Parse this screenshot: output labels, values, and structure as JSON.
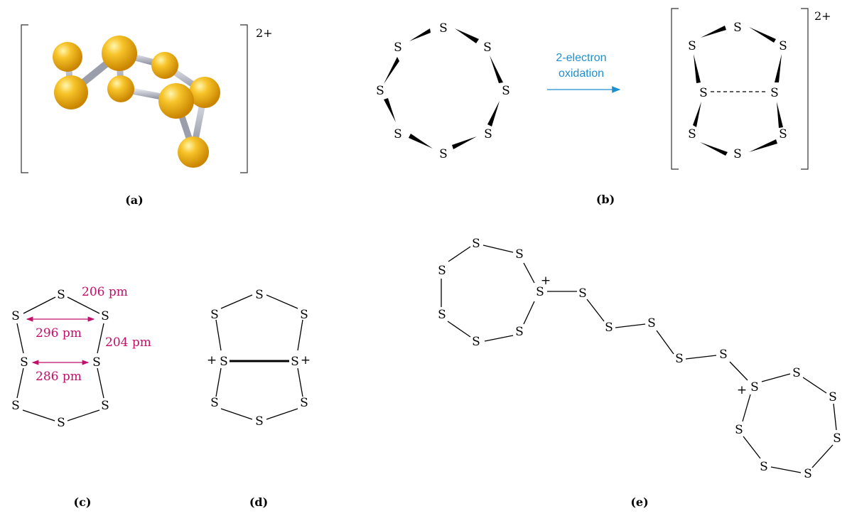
{
  "panels": {
    "a": {
      "caption": "(a)",
      "charge": "2+"
    },
    "b": {
      "caption": "(b)",
      "charge": "2+",
      "arrow_line1": "2-electron",
      "arrow_line2": "oxidation"
    },
    "c": {
      "caption": "(c)",
      "d1": "206 pm",
      "d2": "296 pm",
      "d3": "204 pm",
      "d4": "286 pm"
    },
    "d": {
      "caption": "(d)"
    },
    "e": {
      "caption": "(e)"
    }
  },
  "atom_symbol": "S",
  "plus": "+",
  "colors": {
    "sulfur": "#f2b01e",
    "bond_rod": "#b8bcc8",
    "annotation": "#c0106a",
    "arrow": "#1e8fd0"
  }
}
